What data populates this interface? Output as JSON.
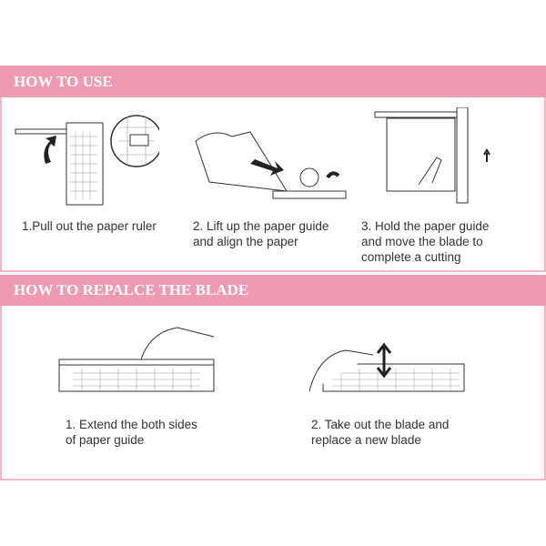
{
  "sections": [
    {
      "title": "HOW TO USE",
      "steps": [
        "1.Pull out the paper ruler",
        "2. Lift up the paper guide\n    and align the paper",
        "3. Hold the paper guide\n    and move the blade to\n    complete a cutting"
      ]
    },
    {
      "title": "HOW TO REPALCE THE BLADE",
      "steps": [
        "1. Extend the both sides\n    of paper guide",
        "2. Take out the blade and\n    replace a new blade"
      ]
    }
  ],
  "colors": {
    "header": "#ef9ab0",
    "border": "#f3b6c6"
  }
}
